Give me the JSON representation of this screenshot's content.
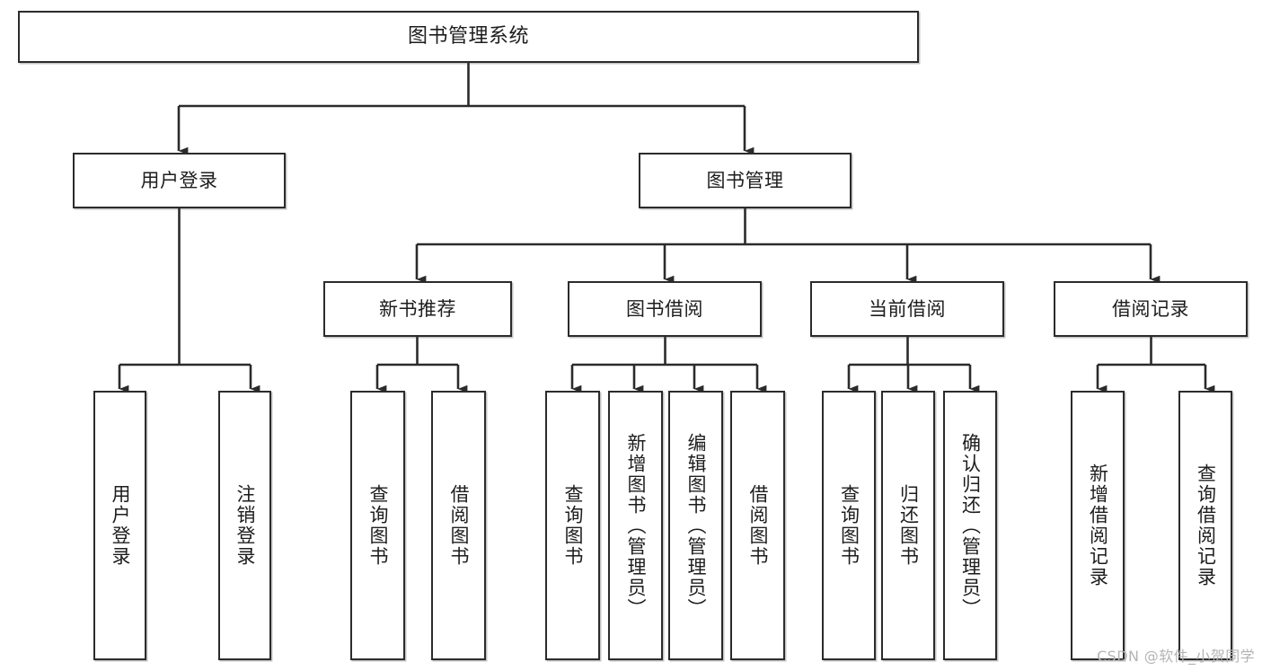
{
  "diagram": {
    "type": "tree",
    "title": "图书管理系统",
    "watermark": "CSDN @软件_小贺同学",
    "colors": {
      "box_border": "#2b2b2b",
      "box_fill": "#ffffff",
      "connector": "#2b2b2b",
      "text": "#1d1d1d",
      "watermark": "#b4b4b4",
      "background": "#ffffff"
    },
    "nodes": {
      "root": {
        "label": "图书管理系统"
      },
      "level2": [
        {
          "id": "user-login",
          "label": "用户登录"
        },
        {
          "id": "book-manage",
          "label": "图书管理"
        }
      ],
      "level3": [
        {
          "id": "new-book-recommend",
          "label": "新书推荐"
        },
        {
          "id": "book-borrow",
          "label": "图书借阅"
        },
        {
          "id": "current-borrow",
          "label": "当前借阅"
        },
        {
          "id": "borrow-record",
          "label": "借阅记录"
        }
      ],
      "leaves": {
        "user-login": [
          {
            "id": "leaf-user-login",
            "label": "用户登录"
          },
          {
            "id": "leaf-user-logout",
            "label": "注销登录"
          }
        ],
        "new-book-recommend": [
          {
            "id": "leaf-query-book-1",
            "label": "查询图书"
          },
          {
            "id": "leaf-borrow-book-1",
            "label": "借阅图书"
          }
        ],
        "book-borrow": [
          {
            "id": "leaf-query-book-2",
            "label": "查询图书"
          },
          {
            "id": "leaf-add-book",
            "label": "新增图书（管理员）"
          },
          {
            "id": "leaf-edit-book",
            "label": "编辑图书（管理员）"
          },
          {
            "id": "leaf-borrow-book-2",
            "label": "借阅图书"
          }
        ],
        "current-borrow": [
          {
            "id": "leaf-query-book-3",
            "label": "查询图书"
          },
          {
            "id": "leaf-return-book",
            "label": "归还图书"
          },
          {
            "id": "leaf-confirm-return",
            "label": "确认归还（管理员）"
          }
        ],
        "borrow-record": [
          {
            "id": "leaf-add-record",
            "label": "新增借阅记录"
          },
          {
            "id": "leaf-query-record",
            "label": "查询借阅记录"
          }
        ]
      }
    }
  }
}
